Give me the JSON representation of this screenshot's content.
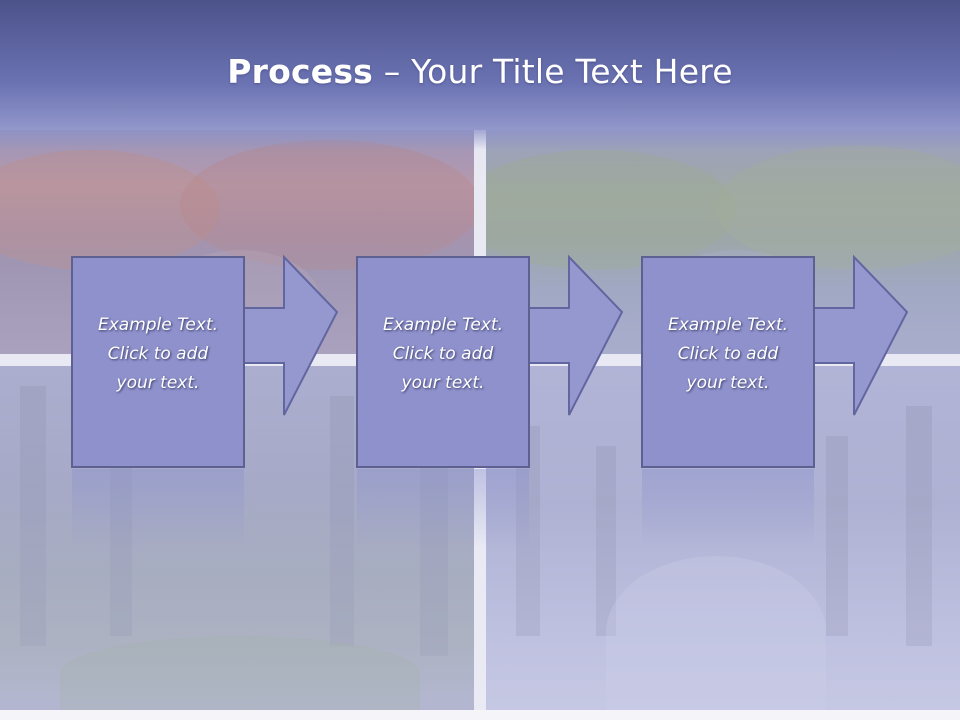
{
  "slide": {
    "title_bold": "Process",
    "title_rest": " – Your Title Text Here"
  },
  "steps": [
    {
      "line1": "Example Text.",
      "line2": "Click  to add",
      "line3": "your text."
    },
    {
      "line1": "Example Text.",
      "line2": "Click  to add",
      "line3": "your text."
    },
    {
      "line1": "Example Text.",
      "line2": "Click  to add",
      "line3": "your text."
    }
  ],
  "colors": {
    "box_fill": "#8e91cb",
    "box_stroke": "#5d6090",
    "arrow_fill": "#9598cf",
    "title_band": "#5b61a0"
  }
}
